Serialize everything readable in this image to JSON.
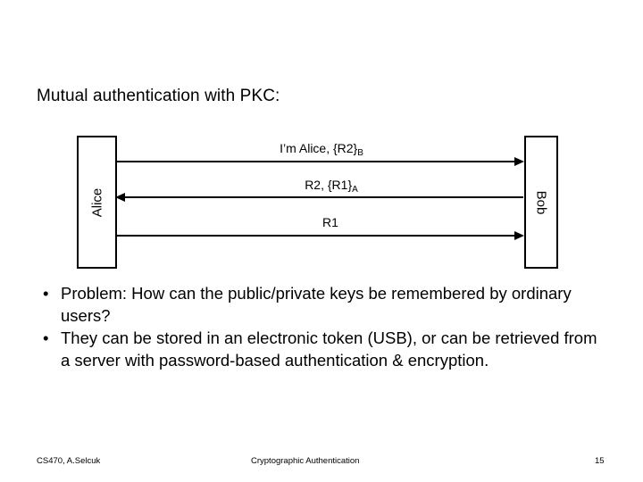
{
  "slide": {
    "title": "Mutual authentication with PKC:"
  },
  "diagram": {
    "parties": {
      "left": "Alice",
      "right": "Bob"
    },
    "messages": [
      {
        "id": "msg-1",
        "direction": "left-to-right",
        "text": "I’m Alice, {R2}",
        "subscript": "B"
      },
      {
        "id": "msg-2",
        "direction": "right-to-left",
        "text": "R2, {R1}",
        "subscript": "A"
      },
      {
        "id": "msg-3",
        "direction": "left-to-right",
        "text": "R1",
        "subscript": ""
      }
    ]
  },
  "bullets": [
    {
      "marker": "•",
      "text": "Problem:  How can the public/private keys be remembered by ordinary users?"
    },
    {
      "marker": "•",
      "text": "They can be stored in an electronic token (USB), or can be retrieved from a server with password-based authentication & encryption."
    }
  ],
  "footer": {
    "left": "CS470, A.Selcuk",
    "center": "Cryptographic Authentication",
    "page": "15"
  }
}
